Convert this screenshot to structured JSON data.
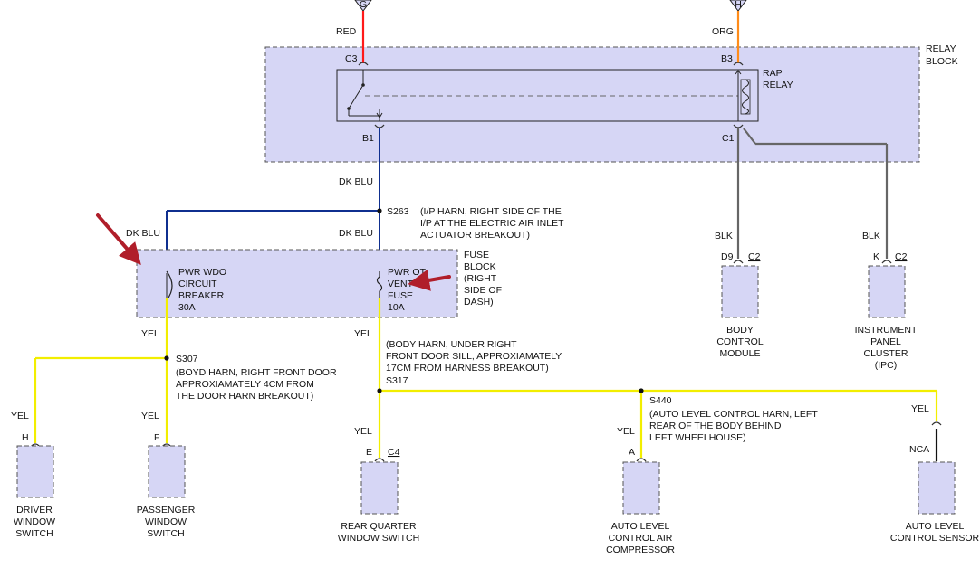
{
  "connectors_top": {
    "g_label": "G",
    "h_label": "H"
  },
  "relay_block": {
    "label_1": "RELAY",
    "label_2": "BLOCK",
    "rap_1": "RAP",
    "rap_2": "RELAY",
    "pin_c3": "C3",
    "pin_b3": "B3",
    "pin_b1": "B1",
    "pin_c1": "C1"
  },
  "wires": {
    "red": "RED",
    "org": "ORG",
    "dk_blu": "DK BLU",
    "blk": "BLK",
    "yel": "YEL",
    "nca": "NCA"
  },
  "splices": {
    "s263": "S263",
    "s263_desc": [
      "(I/P HARN, RIGHT SIDE OF THE",
      "I/P AT THE ELECTRIC AIR INLET",
      "ACTUATOR BREAKOUT)"
    ],
    "s307": "S307",
    "s307_desc": [
      "(BOYD HARN, RIGHT FRONT DOOR",
      "APPROXIAMATELY 4CM FROM",
      "THE DOOR HARN BREAKOUT)"
    ],
    "s317": "S317",
    "s317_desc": [
      "(BODY HARN, UNDER RIGHT",
      "FRONT DOOR SILL, APPROXIAMATELY",
      "17CM FROM HARNESS BREAKOUT)"
    ],
    "s440": "S440",
    "s440_desc": [
      "(AUTO LEVEL CONTROL HARN, LEFT",
      "REAR OF THE BODY BEHIND",
      "LEFT WHEELHOUSE)"
    ]
  },
  "fuse_block": {
    "label": [
      "FUSE",
      "BLOCK",
      "(RIGHT",
      "SIDE OF",
      "DASH)"
    ],
    "breaker": [
      "PWR WDO",
      "CIRCUIT",
      "BREAKER",
      "30A"
    ],
    "fuse": [
      "PWR OT",
      "VENT",
      "FUSE",
      "10A"
    ]
  },
  "components": {
    "bcm": {
      "pin": "D9",
      "conn": "C2",
      "name": [
        "BODY",
        "CONTROL",
        "MODULE"
      ]
    },
    "ipc": {
      "pin": "K",
      "conn": "C2",
      "name": [
        "INSTRUMENT",
        "PANEL",
        "CLUSTER",
        "(IPC)"
      ]
    },
    "driver": {
      "pin": "H",
      "name": [
        "DRIVER",
        "WINDOW",
        "SWITCH"
      ]
    },
    "passenger": {
      "pin": "F",
      "name": [
        "PASSENGER",
        "WINDOW",
        "SWITCH"
      ]
    },
    "rear_quarter": {
      "pin": "E",
      "conn": "C4",
      "name": [
        "REAR QUARTER",
        "WINDOW SWITCH"
      ]
    },
    "compressor": {
      "pin": "A",
      "name": [
        "AUTO LEVEL",
        "CONTROL AIR",
        "COMPRESSOR"
      ]
    },
    "sensor": {
      "name": [
        "AUTO LEVEL",
        "CONTROL SENSOR"
      ]
    }
  },
  "colors": {
    "red_wire": "#ff1a1a",
    "org_wire": "#ff8c1a",
    "blue_wire": "#0f2f8f",
    "black_wire": "#666666",
    "yellow_wire": "#f2ee00",
    "box_fill": "#d6d6f5",
    "arrow": "#b01e2a"
  }
}
